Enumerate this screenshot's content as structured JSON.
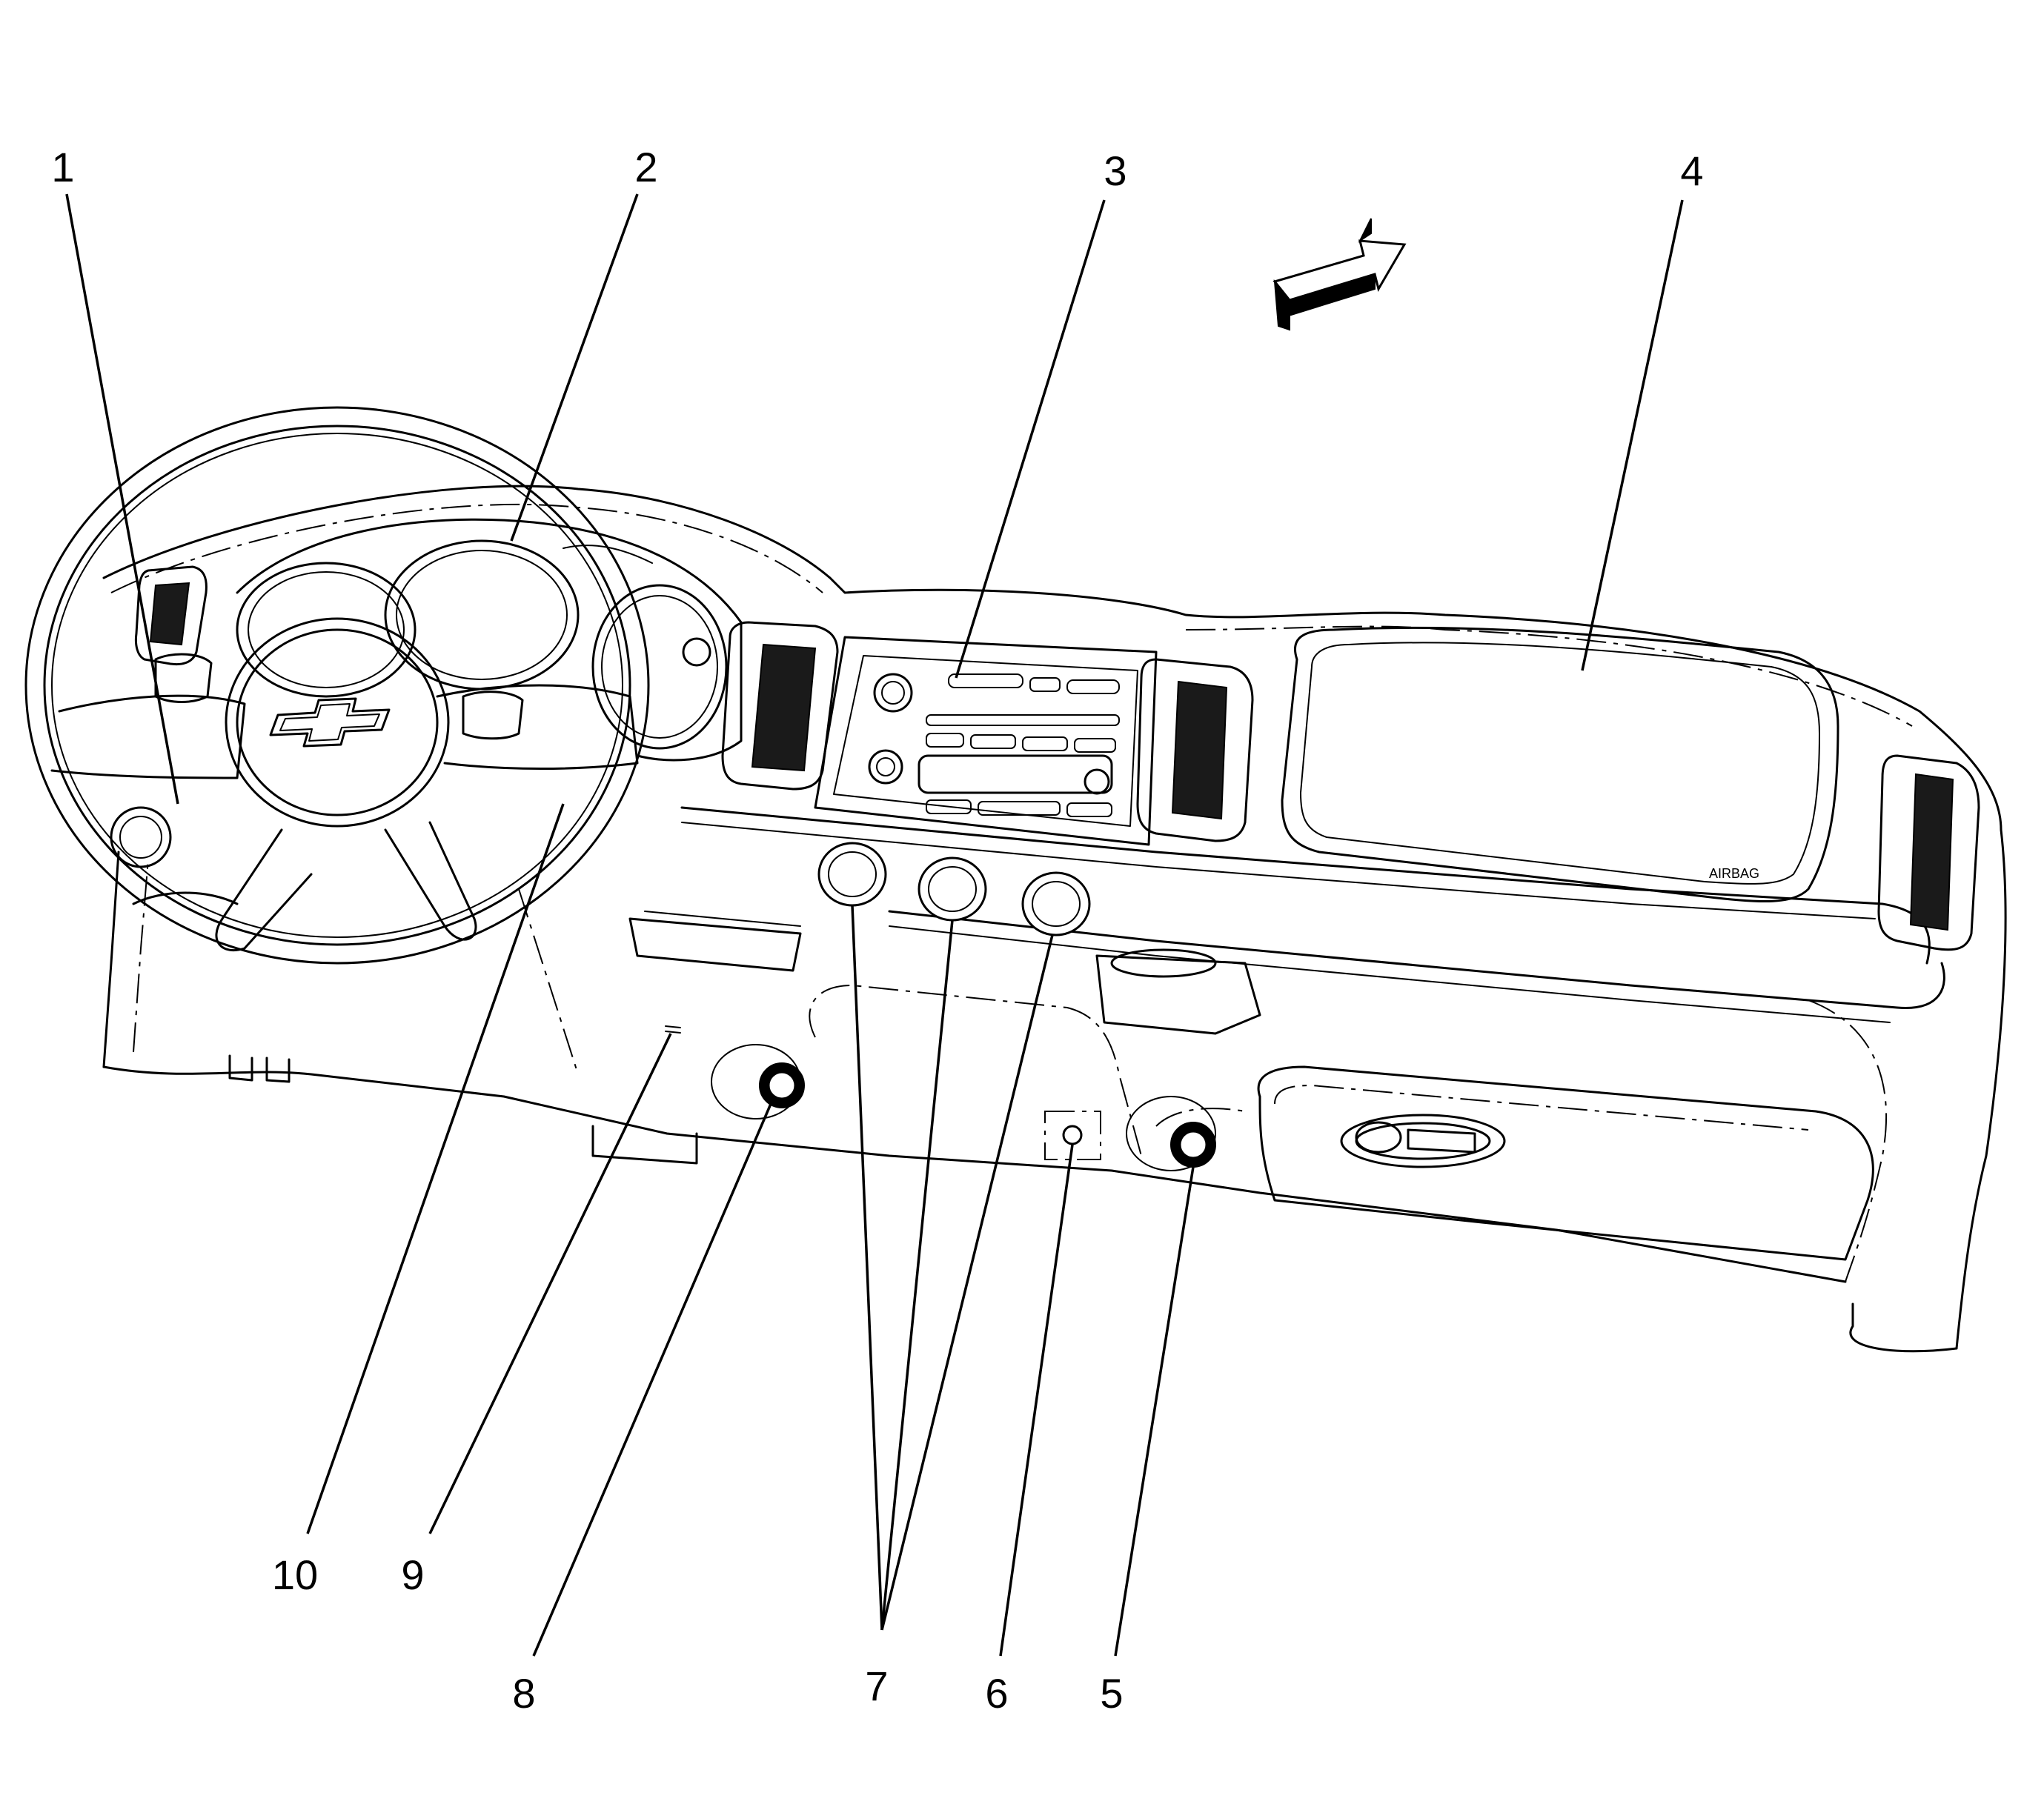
{
  "diagram": {
    "callouts": [
      {
        "id": "1",
        "label": "1"
      },
      {
        "id": "2",
        "label": "2"
      },
      {
        "id": "3",
        "label": "3"
      },
      {
        "id": "4",
        "label": "4"
      },
      {
        "id": "5",
        "label": "5"
      },
      {
        "id": "6",
        "label": "6"
      },
      {
        "id": "7",
        "label": "7"
      },
      {
        "id": "8",
        "label": "8"
      },
      {
        "id": "9",
        "label": "9"
      },
      {
        "id": "10",
        "label": "10"
      }
    ],
    "icons": {
      "front_arrow": "forward-direction-arrow-icon",
      "bowtie": "chevrolet-bowtie-emblem-icon"
    },
    "colors": {
      "line": "#000000",
      "background": "#ffffff"
    }
  }
}
